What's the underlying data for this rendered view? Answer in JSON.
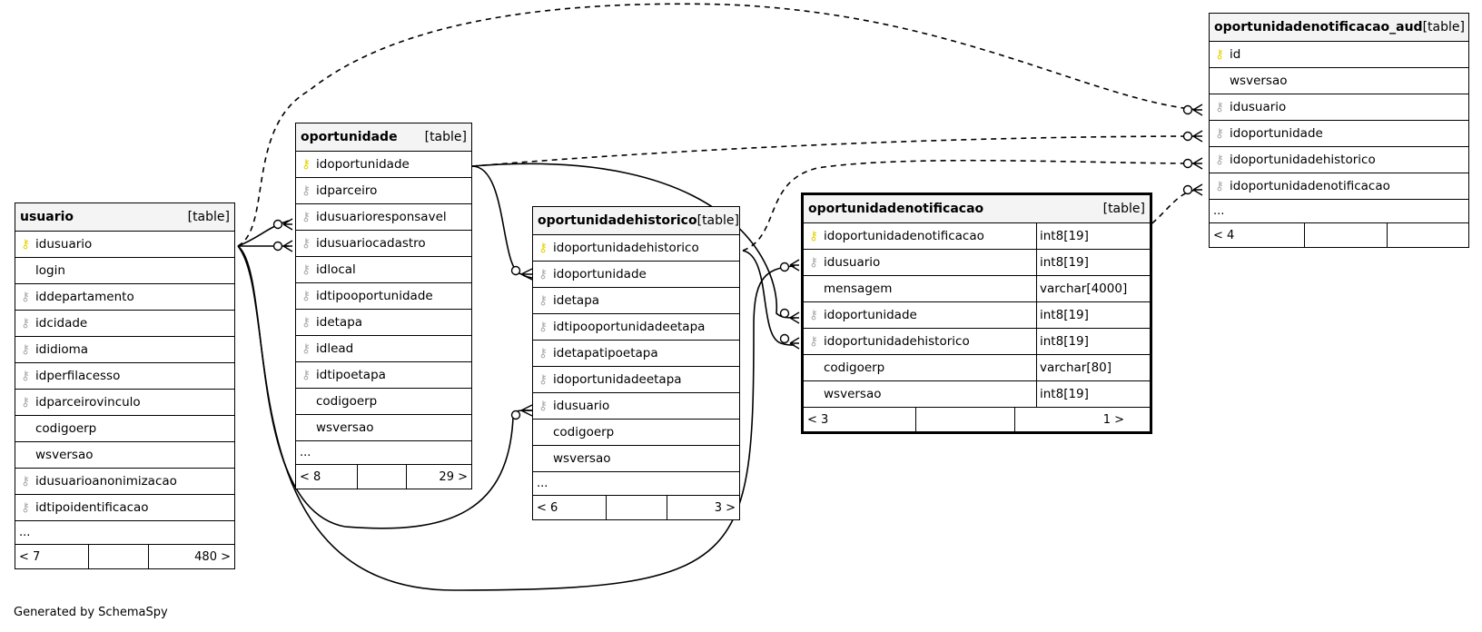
{
  "footer": "Generated by SchemaSpy",
  "tables": {
    "usuario": {
      "name": "usuario",
      "kind": "[table]",
      "columns": [
        {
          "name": "idusuario",
          "key": "pk"
        },
        {
          "name": "login",
          "key": ""
        },
        {
          "name": "iddepartamento",
          "key": "fk"
        },
        {
          "name": "idcidade",
          "key": "fk"
        },
        {
          "name": "ididioma",
          "key": "fk"
        },
        {
          "name": "idperfilacesso",
          "key": "fk"
        },
        {
          "name": "idparceirovinculo",
          "key": "fk"
        },
        {
          "name": "codigoerp",
          "key": ""
        },
        {
          "name": "wsversao",
          "key": ""
        },
        {
          "name": "idusuarioanonimizacao",
          "key": "fk"
        },
        {
          "name": "idtipoidentificacao",
          "key": "fk"
        }
      ],
      "ellipsis": "...",
      "footer": [
        "< 7",
        "",
        "480 >"
      ]
    },
    "oportunidade": {
      "name": "oportunidade",
      "kind": "[table]",
      "columns": [
        {
          "name": "idoportunidade",
          "key": "pk"
        },
        {
          "name": "idparceiro",
          "key": "fk"
        },
        {
          "name": "idusuarioresponsavel",
          "key": "fk"
        },
        {
          "name": "idusuariocadastro",
          "key": "fk"
        },
        {
          "name": "idlocal",
          "key": "fk"
        },
        {
          "name": "idtipooportunidade",
          "key": "fk"
        },
        {
          "name": "idetapa",
          "key": "fk"
        },
        {
          "name": "idlead",
          "key": "fk"
        },
        {
          "name": "idtipoetapa",
          "key": "fk"
        },
        {
          "name": "codigoerp",
          "key": ""
        },
        {
          "name": "wsversao",
          "key": ""
        }
      ],
      "ellipsis": "...",
      "footer": [
        "< 8",
        "",
        "29 >"
      ]
    },
    "oportunidadehistorico": {
      "name": "oportunidadehistorico",
      "kind": "[table]",
      "columns": [
        {
          "name": "idoportunidadehistorico",
          "key": "pk"
        },
        {
          "name": "idoportunidade",
          "key": "fk"
        },
        {
          "name": "idetapa",
          "key": "fk"
        },
        {
          "name": "idtipooportunidadeetapa",
          "key": "fk"
        },
        {
          "name": "idetapatipoetapa",
          "key": "fk"
        },
        {
          "name": "idoportunidadeetapa",
          "key": "fk"
        },
        {
          "name": "idusuario",
          "key": "fk"
        },
        {
          "name": "codigoerp",
          "key": ""
        },
        {
          "name": "wsversao",
          "key": ""
        }
      ],
      "ellipsis": "...",
      "footer": [
        "< 6",
        "",
        "3 >"
      ]
    },
    "oportunidadenotificacao": {
      "name": "oportunidadenotificacao",
      "kind": "[table]",
      "columns": [
        {
          "name": "idoportunidadenotificacao",
          "type": "int8[19]",
          "key": "pk"
        },
        {
          "name": "idusuario",
          "type": "int8[19]",
          "key": "fk"
        },
        {
          "name": "mensagem",
          "type": "varchar[4000]",
          "key": ""
        },
        {
          "name": "idoportunidade",
          "type": "int8[19]",
          "key": "fk"
        },
        {
          "name": "idoportunidadehistorico",
          "type": "int8[19]",
          "key": "fk"
        },
        {
          "name": "codigoerp",
          "type": "varchar[80]",
          "key": ""
        },
        {
          "name": "wsversao",
          "type": "int8[19]",
          "key": ""
        }
      ],
      "footer": [
        "< 3",
        "",
        "1 >"
      ]
    },
    "oportunidadenotificacao_aud": {
      "name": "oportunidadenotificacao_aud",
      "kind": "[table]",
      "columns": [
        {
          "name": "id",
          "key": "pk"
        },
        {
          "name": "wsversao",
          "key": ""
        },
        {
          "name": "idusuario",
          "key": "fk"
        },
        {
          "name": "idoportunidade",
          "key": "fk"
        },
        {
          "name": "idoportunidadehistorico",
          "key": "fk"
        },
        {
          "name": "idoportunidadenotificacao",
          "key": "fk"
        }
      ],
      "ellipsis": "...",
      "footer": [
        "< 4",
        "",
        ""
      ]
    }
  },
  "colors": {
    "primary_key": "#e6d200",
    "foreign_key": "#aaaaaa",
    "header_bg": "#f4f4f4"
  }
}
